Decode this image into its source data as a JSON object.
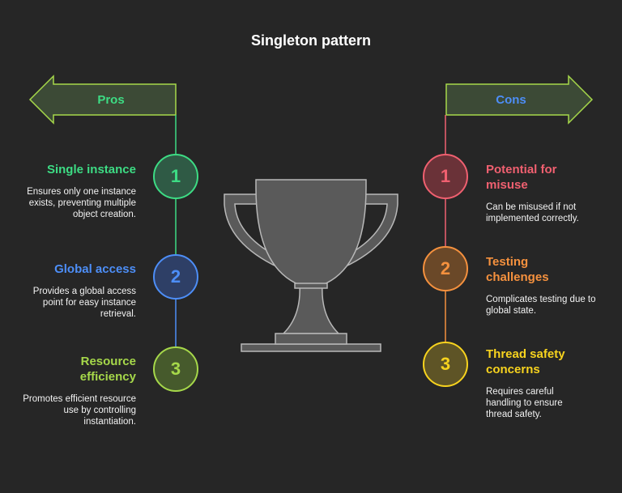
{
  "title": "Singleton pattern",
  "colors": {
    "background": "#262626",
    "pros": "#3ddc84",
    "cons": "#4d8ef7",
    "arrow_fill": "#3c4a36",
    "arrow_stroke": "#a6d84a",
    "trophy_fill": "#5a5a5a",
    "trophy_stroke": "#b8b8b8"
  },
  "pros": {
    "label": "Pros",
    "items": [
      {
        "number": "1",
        "heading": "Single instance",
        "description": "Ensures only one instance exists, preventing multiple object creation.",
        "color": "#3ddc84"
      },
      {
        "number": "2",
        "heading": "Global access",
        "description": "Provides a global access point for easy instance retrieval.",
        "color": "#4d8ef7"
      },
      {
        "number": "3",
        "heading": "Resource efficiency",
        "description": "Promotes efficient resource use by controlling instantiation.",
        "color": "#a6d84a"
      }
    ]
  },
  "cons": {
    "label": "Cons",
    "items": [
      {
        "number": "1",
        "heading": "Potential for misuse",
        "description": "Can be misused if not implemented correctly.",
        "color": "#f06070"
      },
      {
        "number": "2",
        "heading": "Testing challenges",
        "description": "Complicates testing due to global state.",
        "color": "#f5913e"
      },
      {
        "number": "3",
        "heading": "Thread safety concerns",
        "description": "Requires careful handling to ensure thread safety.",
        "color": "#f7d31e"
      }
    ]
  },
  "icons": {
    "center": "trophy-icon",
    "pros_arrow": "arrow-left-icon",
    "cons_arrow": "arrow-right-icon"
  }
}
